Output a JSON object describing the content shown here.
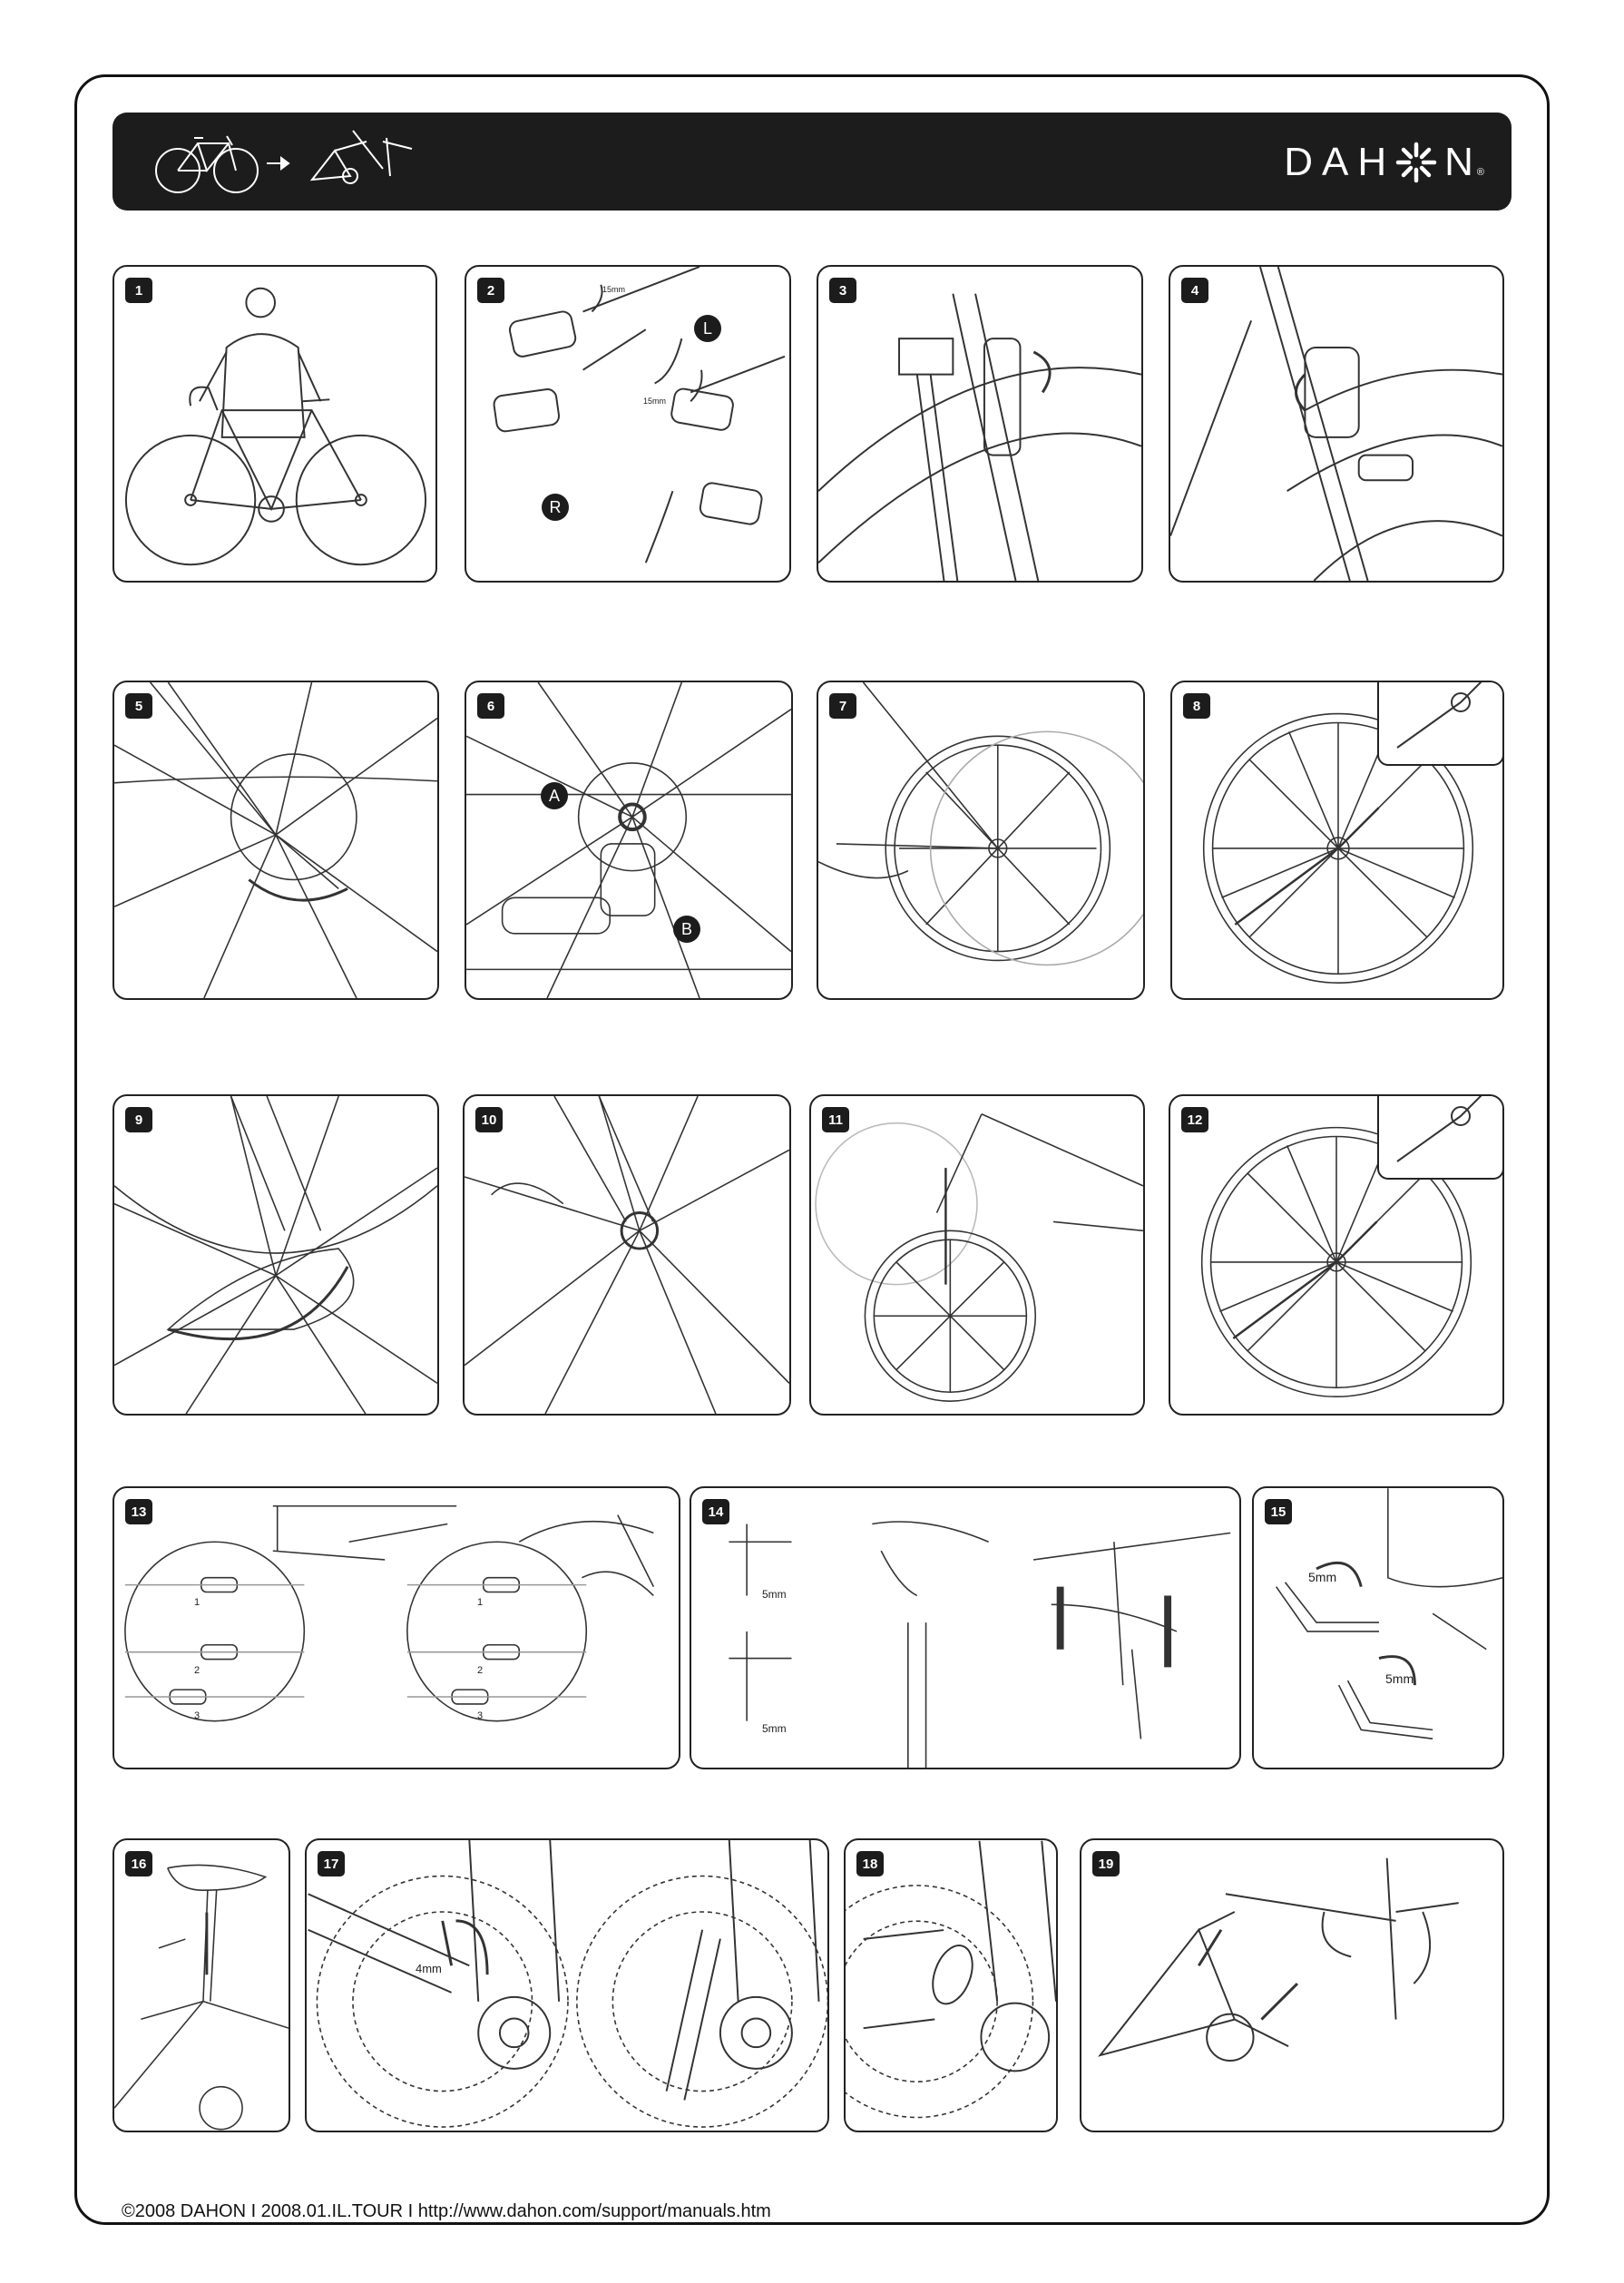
{
  "brand": {
    "logo_text": "DAH",
    "logo_text_end": "N",
    "logo_reg": "®"
  },
  "steps": [
    "1",
    "2",
    "3",
    "4",
    "5",
    "6",
    "7",
    "8",
    "9",
    "10",
    "11",
    "12",
    "13",
    "14",
    "15",
    "16",
    "17",
    "18",
    "19"
  ],
  "callouts": {
    "pedal_left": "L",
    "pedal_right": "R",
    "pedal_wrench_a": "15mm",
    "pedal_wrench_b": "15mm",
    "derailleur_a": "A",
    "derailleur_b": "B",
    "sequence_1": "1",
    "sequence_2": "2",
    "sequence_3": "3",
    "sequence_1b": "1",
    "sequence_2b": "2",
    "sequence_3b": "3",
    "stem_bolt_a": "5mm",
    "stem_bolt_b": "5mm",
    "hex_key_a": "5mm",
    "hex_key_b": "5mm",
    "crank_bolt": "4mm"
  },
  "footer": {
    "text": "©2008 DAHON  I  2008.01.IL.TOUR  I  http://www.dahon.com/support/manuals.htm"
  }
}
